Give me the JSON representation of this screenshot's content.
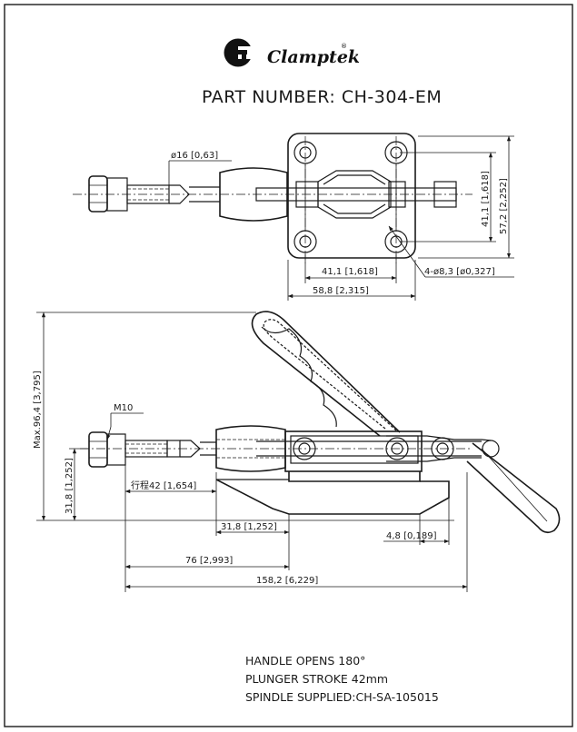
{
  "header": {
    "brand_name": "Clamptek",
    "registered_mark": "®",
    "part_number": "PART NUMBER: CH-304-EM"
  },
  "top_view": {
    "dims": {
      "diameter": "ø16 [0,63]",
      "height_inner": "41,1 [1,618]",
      "height_outer": "57,2 [2,252]",
      "width_inner": "41,1 [1,618]",
      "width_outer": "58,8 [2,315]",
      "holes": "4-ø8,3 [ø0,327]"
    }
  },
  "side_view": {
    "dims": {
      "max_height": "Max.96,4 [3,795]",
      "thread": "M10",
      "spindle_height": "31,8 [1,252]",
      "stroke": "行程42 [1,654]",
      "base_to_hole": "31,8 [1,252]",
      "base_thickness": "4,8 [0,189]",
      "plunger_length": "76 [2,993]",
      "overall_length": "158,2 [6,229]"
    }
  },
  "notes": [
    "HANDLE OPENS 180°",
    "PLUNGER STROKE  42mm",
    "SPINDLE SUPPLIED:CH-SA-105015"
  ],
  "colors": {
    "line": "#1a1a1a",
    "background": "#ffffff"
  }
}
